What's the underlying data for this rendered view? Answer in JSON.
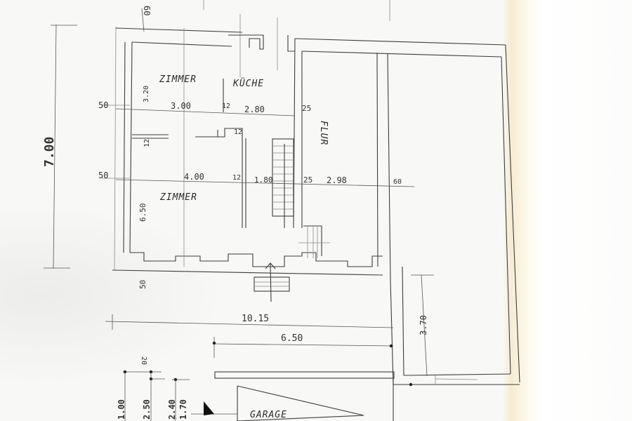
{
  "drawing": {
    "type": "floor-plan",
    "rooms": [
      {
        "id": "zimmer-upper",
        "label": "ZIMMER"
      },
      {
        "id": "kueche",
        "label": "KÜCHE"
      },
      {
        "id": "zimmer-lower",
        "label": "ZIMMER"
      },
      {
        "id": "flur",
        "label": "FLUR"
      },
      {
        "id": "garage",
        "label": "GARAGE"
      }
    ],
    "dimensions": {
      "total_height": "7.00",
      "top_offset": "60",
      "left_50_top": "50",
      "upper_zimmer_width": "3.00",
      "wall_12_a": "12",
      "kueche_width": "2.80",
      "wall_25_a": "25",
      "upper_zimmer_depth": "3.20",
      "wall_12_b": "12",
      "wall_12_c": "12",
      "left_50_mid": "50",
      "lower_zimmer_width": "4.00",
      "wall_12_d": "12",
      "stair_width": "1.80",
      "wall_25_b": "25",
      "flur_width": "2.98",
      "right_60": "60",
      "lower_zimmer_depth": "6.50",
      "bottom_50": "50",
      "total_width": "10.15",
      "garage_width": "6.50",
      "right_depth": "3.70",
      "small_20": "20",
      "small_1_00": "1.00",
      "small_2_50": "2.50",
      "small_2_40": "2.40",
      "small_1_70": "1.70"
    },
    "colors": {
      "paper": "#f8f8f6",
      "ink": "#3d3d3d",
      "stain": "#f6ecd2"
    }
  }
}
